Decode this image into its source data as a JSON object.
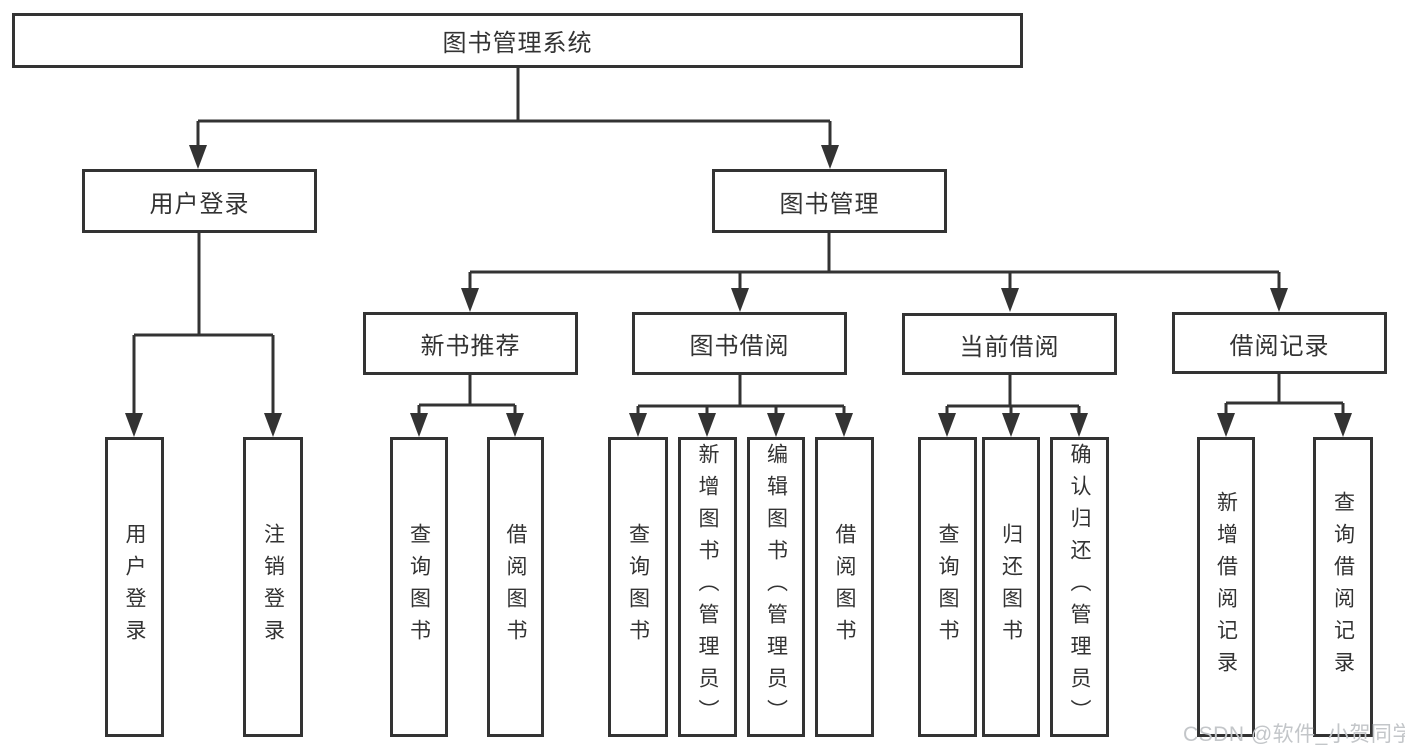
{
  "diagram": {
    "watermark": "CSDN @软件_小贺同学",
    "colors": {
      "line": "#333333",
      "text": "#333333",
      "background": "#ffffff",
      "watermark": "#c3c6c9"
    },
    "tree": {
      "label": "图书管理系统",
      "children": [
        {
          "label": "用户登录",
          "children": [
            {
              "label": "用户登录"
            },
            {
              "label": "注销登录"
            }
          ]
        },
        {
          "label": "图书管理",
          "children": [
            {
              "label": "新书推荐",
              "children": [
                {
                  "label": "查询图书"
                },
                {
                  "label": "借阅图书"
                }
              ]
            },
            {
              "label": "图书借阅",
              "children": [
                {
                  "label": "查询图书"
                },
                {
                  "label": "新增图书（管理员）"
                },
                {
                  "label": "编辑图书（管理员）"
                },
                {
                  "label": "借阅图书"
                }
              ]
            },
            {
              "label": "当前借阅",
              "children": [
                {
                  "label": "查询图书"
                },
                {
                  "label": "归还图书"
                },
                {
                  "label": "确认归还（管理员）"
                }
              ]
            },
            {
              "label": "借阅记录",
              "children": [
                {
                  "label": "新增借阅记录"
                },
                {
                  "label": "查询借阅记录"
                }
              ]
            }
          ]
        }
      ]
    }
  }
}
